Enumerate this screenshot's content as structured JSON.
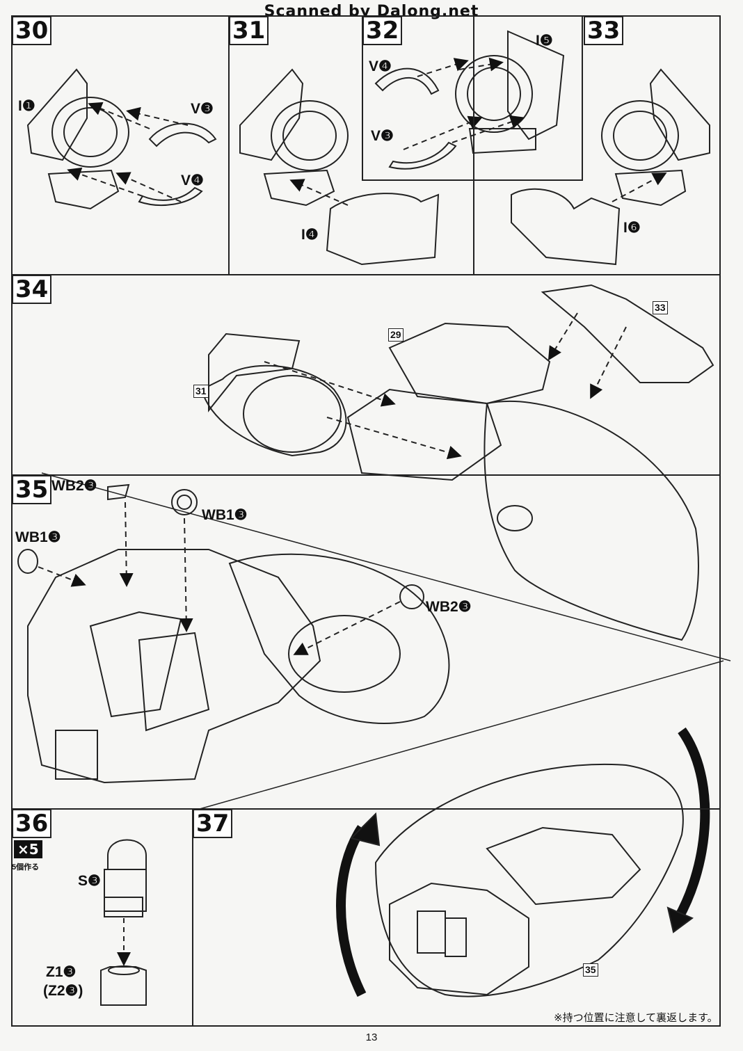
{
  "header": {
    "scan_credit": "Scanned by Dalong.net"
  },
  "steps": {
    "s30": {
      "num": "30",
      "labels": [
        "I❶",
        "V❸",
        "V❹"
      ]
    },
    "s31": {
      "num": "31",
      "labels": [
        "I❹"
      ]
    },
    "s32": {
      "num": "32",
      "labels": [
        "I❺",
        "V❹",
        "V❸"
      ]
    },
    "s33": {
      "num": "33",
      "labels": [
        "I❻"
      ]
    },
    "s34": {
      "num": "34",
      "refs": [
        "29",
        "33",
        "31"
      ]
    },
    "s35": {
      "num": "35",
      "labels": [
        "WB2❸",
        "WB1❸",
        "WB1❸",
        "WB2❸"
      ]
    },
    "s36": {
      "num": "36",
      "multiplier": "×5",
      "make_note": "5個作る",
      "labels": [
        "S❸",
        "Z1❸",
        "(Z2❸)"
      ]
    },
    "s37": {
      "num": "37",
      "ref": "35",
      "note": "※持つ位置に注意して裏返します。"
    }
  },
  "page_number": "13"
}
